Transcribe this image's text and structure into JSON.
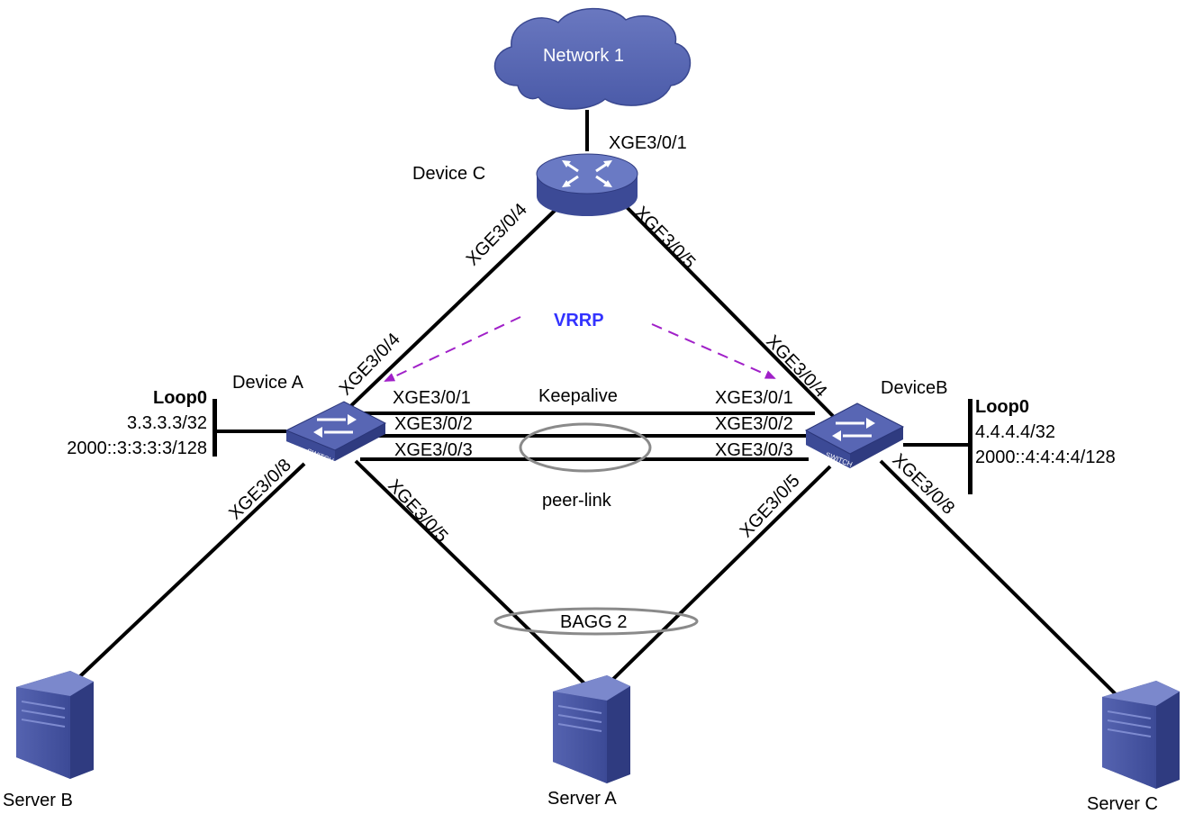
{
  "nodes": {
    "network": "Network 1",
    "device_c": "Device C",
    "device_a": "Device A",
    "device_b": "DeviceB",
    "server_a": "Server A",
    "server_b": "Server B",
    "server_c": "Server C"
  },
  "ports": {
    "c_up": "XGE3/0/1",
    "c_left": "XGE3/0/4",
    "c_right": "XGE3/0/5",
    "a_up": "XGE3/0/4",
    "b_up": "XGE3/0/4",
    "a_p1": "XGE3/0/1",
    "a_p2": "XGE3/0/2",
    "a_p3": "XGE3/0/3",
    "b_p1": "XGE3/0/1",
    "b_p2": "XGE3/0/2",
    "b_p3": "XGE3/0/3",
    "a_server_a": "XGE3/0/5",
    "b_server_a": "XGE3/0/5",
    "a_server_b": "XGE3/0/8",
    "b_server_c": "XGE3/0/8"
  },
  "links": {
    "keepalive": "Keepalive",
    "peer_link": "peer-link",
    "bagg": "BAGG 2",
    "vrrp": "VRRP"
  },
  "loopbacks": {
    "a": {
      "name": "Loop0",
      "ipv4": "3.3.3.3/32",
      "ipv6": "2000::3:3:3:3/128"
    },
    "b": {
      "name": "Loop0",
      "ipv4": "4.4.4.4/32",
      "ipv6": "2000::4:4:4:4/128"
    }
  },
  "icons": {
    "switch_badge": "SWITCH"
  },
  "colors": {
    "device_blue": "#4a5aa8",
    "vrrp_label": "#3333ff",
    "vrrp_arrow": "#a020c8",
    "ellipse": "#8a8a8a"
  }
}
